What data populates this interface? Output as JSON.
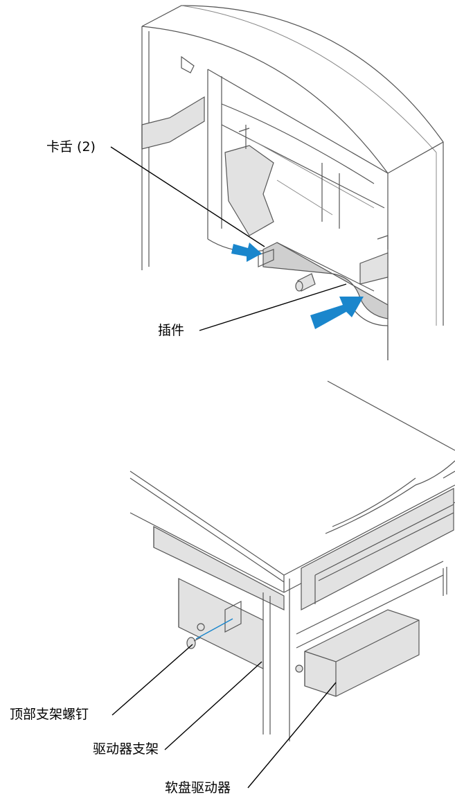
{
  "labels": {
    "tabs": "卡舌 (2)",
    "insert": "插件",
    "top_bracket_screw": "顶部支架螺钉",
    "drive_bracket": "驱动器支架",
    "floppy_drive": "软盘驱动器"
  },
  "colors": {
    "arrow": "#1a86cc",
    "line": "#555555",
    "panel_fill": "#e2e2e2"
  },
  "icons": {
    "arrow": "push-arrow-icon"
  }
}
